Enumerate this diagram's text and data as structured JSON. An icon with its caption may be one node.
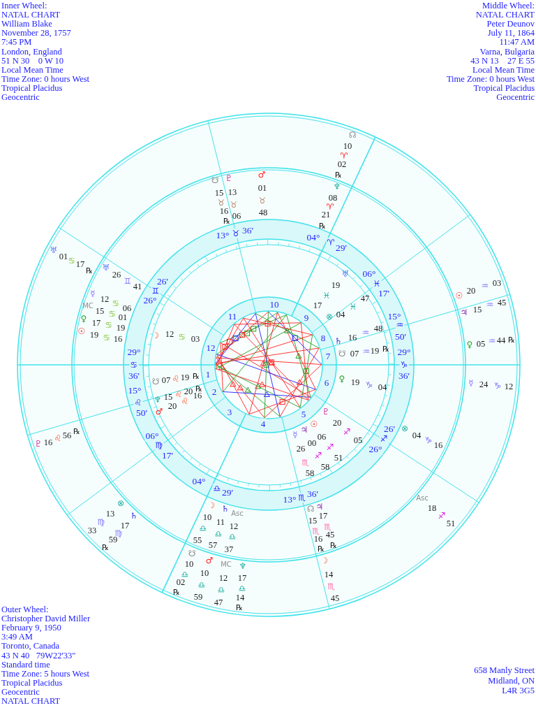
{
  "diagram": {
    "labels": [
      "Inner Wheel:",
      "NATAL CHART",
      "William Blake",
      "November 28, 1757",
      "7:45 PM",
      "London, England",
      "51 N 30    0 W 10",
      "Local Mean Time",
      "Time Zone: 0 hours West",
      "Tropical Placidus",
      "Geocentric",
      "Middle Wheel:",
      "NATAL CHART",
      "Peter Deunov",
      "July 11, 1864",
      "11:47 AM",
      "Varna, Bulgaria",
      "43 N 13    27 E 55",
      "Local Mean Time",
      "Time Zone: 0 hours West",
      "Tropical Placidus",
      "Geocentric",
      "☋",
      "15",
      "♉",
      "16",
      "℞",
      "♇",
      "13",
      "♉",
      "06",
      "♂",
      "01",
      "♉",
      "48",
      "☊",
      "10",
      "♈",
      "02",
      "℞",
      "♆",
      "08",
      "♈",
      "21",
      "℞",
      "♅",
      "01",
      "♋",
      "17",
      "℞",
      "♅",
      "26",
      "♊",
      "41",
      "☿",
      "12",
      "♋",
      "06",
      "MC",
      "15",
      "♋",
      "01",
      "♀",
      "17",
      "♋",
      "19",
      "☉",
      "19",
      "♋",
      "16",
      "☉",
      "20",
      "♒",
      "03",
      "♃",
      "15",
      "♒",
      "45",
      "♀",
      "05",
      "♒",
      "44",
      "℞",
      "☿",
      "24",
      "♑",
      "12",
      "♅",
      "19",
      "♓",
      "17",
      "⊗",
      "04",
      "♓",
      "47",
      "♄",
      "16",
      "♒",
      "48",
      "☋",
      "07",
      "♒",
      "19",
      "℞",
      "♀",
      "19",
      "♑",
      "04",
      "♇",
      "20",
      "♐",
      "05",
      "☿",
      "♃",
      "☉",
      "26",
      "00",
      "06",
      "♏",
      "♐",
      "♐",
      "58",
      "58",
      "51",
      "☽",
      "12",
      "♋",
      "03",
      "☋",
      "07",
      "♌",
      "19",
      "℞",
      "♆",
      "15",
      "♌",
      "20",
      "℞",
      "♂",
      "20",
      "♌",
      "16",
      "♇",
      "16",
      "♌",
      "56",
      "℞",
      "⊗",
      "13",
      "♍",
      "33",
      "♄",
      "17",
      "♍",
      "59",
      "℞",
      "☽",
      "10",
      "♎",
      "55",
      "♄",
      "11",
      "♎",
      "57",
      "Asc",
      "12",
      "♎",
      "37",
      "☋",
      "10",
      "♎",
      "02",
      "℞",
      "♂",
      "10",
      "♎",
      "59",
      "MC",
      "12",
      "♎",
      "47",
      "♆",
      "17",
      "♎",
      "14",
      "℞",
      "☊",
      "15",
      "♏",
      "16",
      "℞",
      "♃",
      "17",
      "♏",
      "45",
      "℞",
      "☽",
      "14",
      "♏",
      "45",
      "⊗",
      "04",
      "♑",
      "16",
      "Asc",
      "18",
      "♐",
      "51",
      "29°",
      "♋",
      "36'",
      "15°",
      "♌",
      "50'",
      "06°",
      "♍",
      "17'",
      "04°",
      "♎",
      "29'",
      "13°",
      "♏",
      "36'",
      "26°",
      "♐",
      "26'",
      "29°",
      "♑",
      "36'",
      "15°",
      "♒",
      "50'",
      "06°",
      "♓",
      "17'",
      "04°",
      "♈",
      "29'",
      "13°",
      "♉",
      "36'",
      "26'",
      "♊",
      "26°",
      "10",
      "11",
      "12",
      "1",
      "2",
      "3",
      "4",
      "5",
      "6",
      "7",
      "8",
      "9",
      "Outer Wheel:",
      "Christopher David Miller",
      "February 9, 1950",
      "3:49 AM",
      "Toronto, Canada",
      "43 N 40   79W22'33\"",
      "Standard time",
      "Time Zone: 5 hours West",
      "Tropical Placidus",
      "Geocentric",
      "NATAL CHART",
      "658 Manly Street",
      "Midland, ON",
      "L4R 3G5"
    ]
  }
}
